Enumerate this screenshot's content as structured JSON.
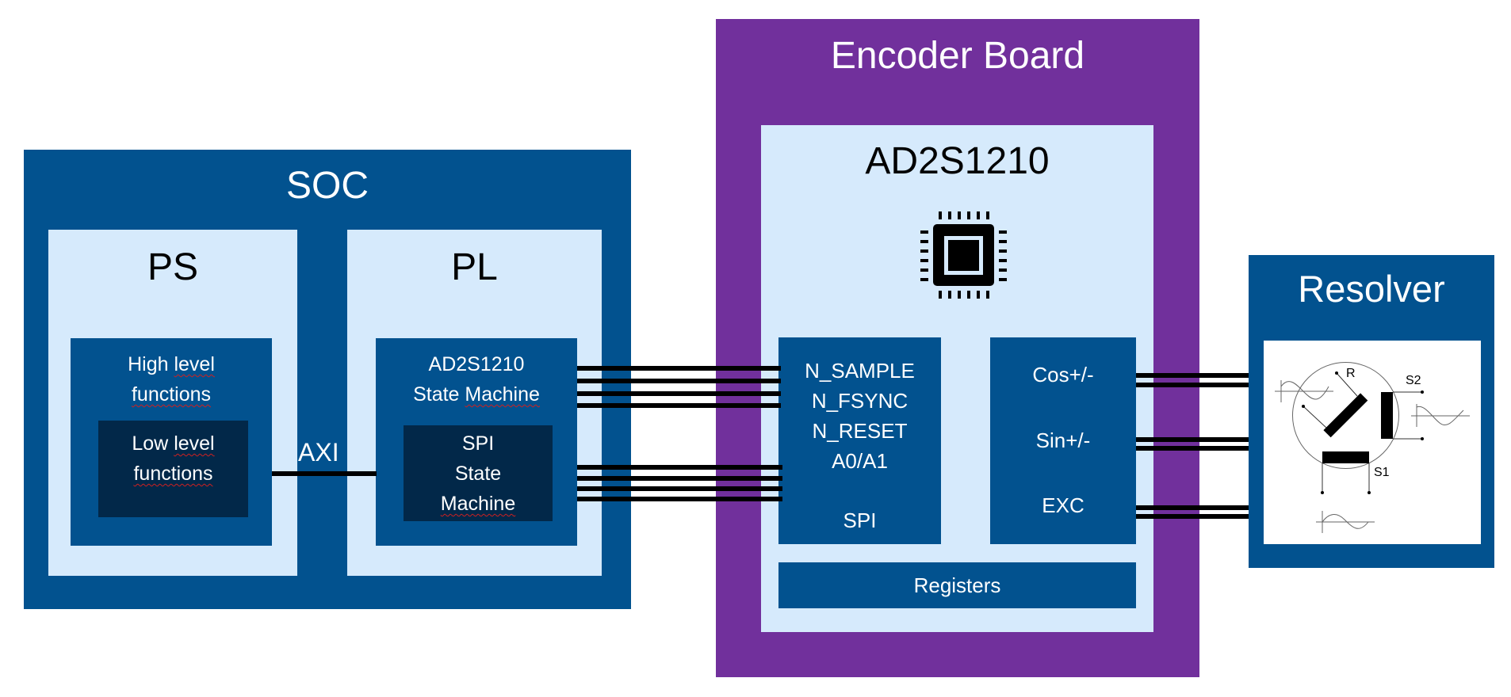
{
  "colors": {
    "block_dark": "#02528f",
    "block_navy": "#022849",
    "panel_light": "#d6eafc",
    "board_purple": "#71309c",
    "wire": "#000000"
  },
  "soc": {
    "title": "SOC",
    "ps": {
      "title": "PS",
      "high_level": {
        "line1_a": "High ",
        "line1_b": "level",
        "line2": "functions"
      },
      "low_level": {
        "line1_a": "Low ",
        "line1_b": "level",
        "line2": "functions"
      }
    },
    "pl": {
      "title": "PL",
      "state_machine": {
        "line1": "AD2S1210",
        "line2_a": "State ",
        "line2_b": "Machine"
      },
      "spi_state_machine": {
        "line1": "SPI",
        "line2": "State",
        "line3": "Machine"
      }
    },
    "bus_label": "AXI"
  },
  "encoder_board": {
    "title": "Encoder Board",
    "chip": {
      "title": "AD2S1210",
      "icon": "chip-icon",
      "control_signals": [
        "N_SAMPLE",
        "N_FSYNC",
        "N_RESET",
        "A0/A1"
      ],
      "spi_label": "SPI",
      "analog_signals": [
        "Cos+/-",
        "Sin+/-",
        "EXC"
      ],
      "registers_label": "Registers"
    }
  },
  "resolver": {
    "title": "Resolver",
    "diagram": {
      "rotor_label": "R",
      "stator_labels": [
        "S2",
        "S1"
      ]
    }
  },
  "connections": {
    "axi_wires": 1,
    "control_wires": 4,
    "spi_wires": 4,
    "cos_wires": 2,
    "sin_wires": 2,
    "exc_wires": 2
  }
}
